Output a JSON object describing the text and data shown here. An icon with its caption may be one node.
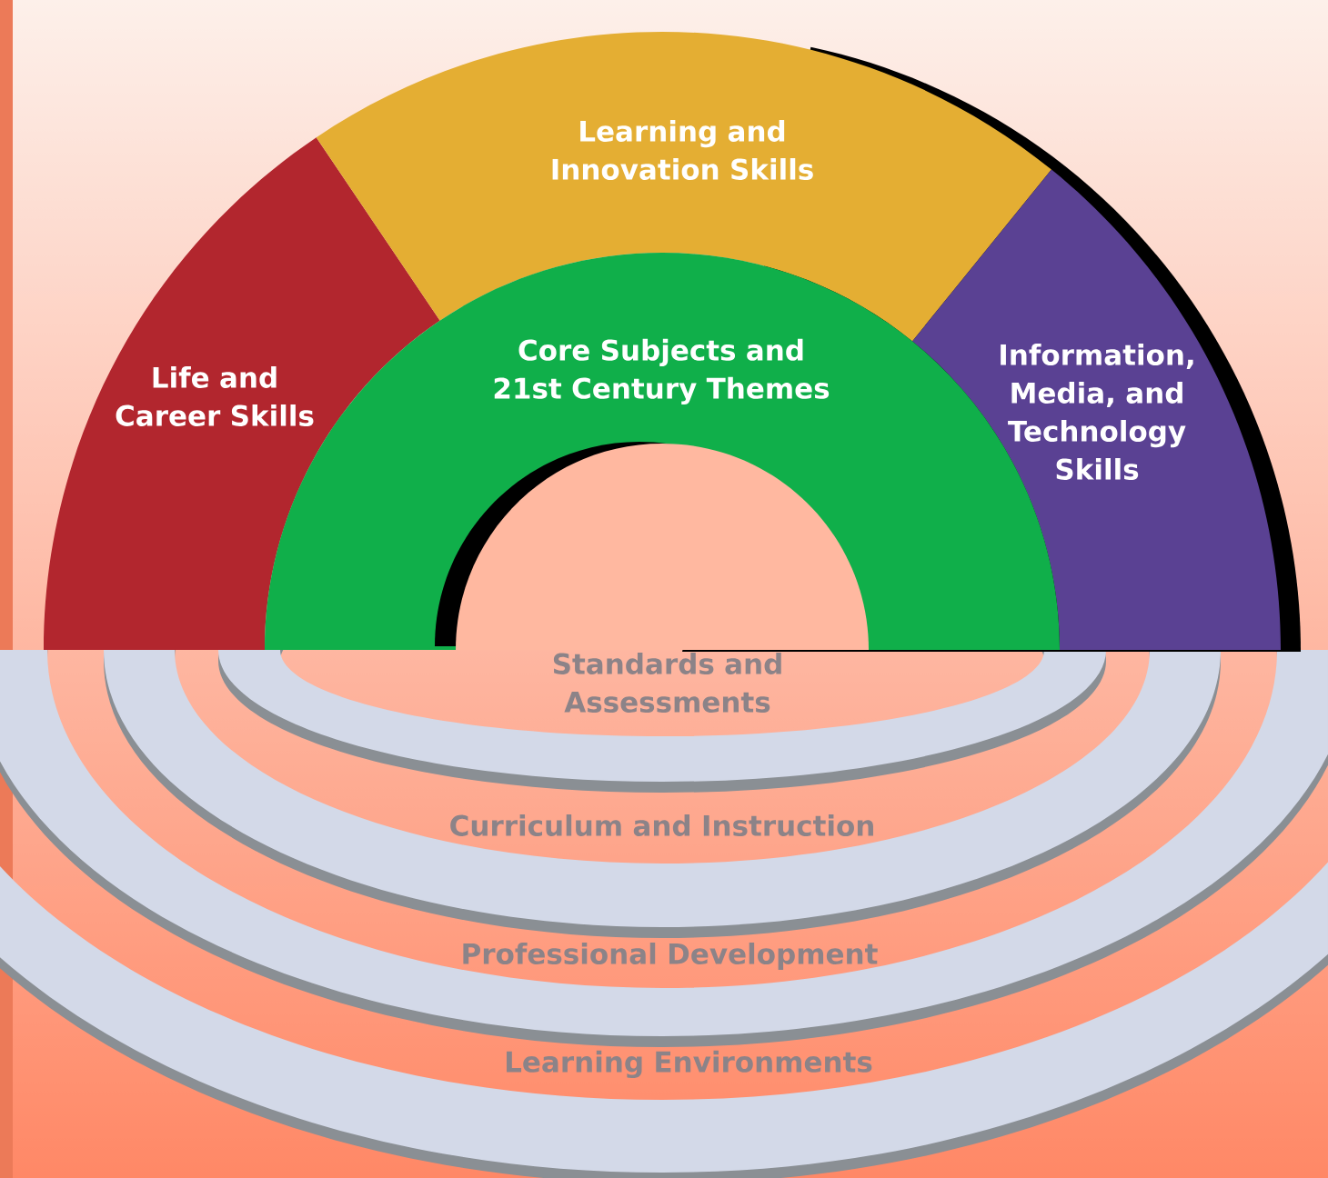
{
  "diagram": {
    "nodes": [
      {
        "text": [
          "Life and Career Skills"
        ]
      },
      {
        "text": [
          "Learning and Innovation Skills"
        ]
      },
      {
        "text": [
          "Information, Media, and Technology Skills"
        ]
      },
      {
        "text": [
          "Core Subjects and 21st Century Themes"
        ]
      }
    ],
    "labels": [
      "Standards and Assessments",
      "Curriculum and Instruction",
      "Professional Development",
      "Learning Environments"
    ]
  }
}
